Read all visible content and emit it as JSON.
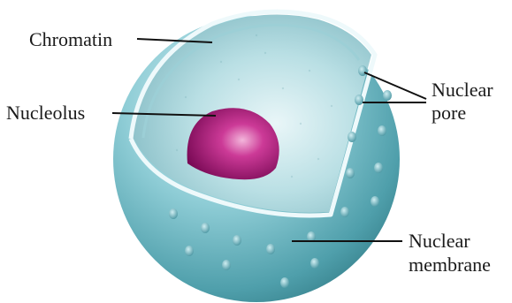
{
  "labels": {
    "chromatin": "Chromatin",
    "nucleolus": "Nucleolus",
    "nuclear_pore_line1": "Nuclear",
    "nuclear_pore_line2": "pore",
    "nuclear_membrane_line1": "Nuclear",
    "nuclear_membrane_line2": "membrane"
  },
  "colors": {
    "membrane": "#79c2cc",
    "membrane_dark": "#3f8e9a",
    "interior": "#a8d6dc",
    "nucleolus": "#b0157e",
    "nucleolus_highlight": "#e77fc1",
    "leader_line": "#111111"
  }
}
